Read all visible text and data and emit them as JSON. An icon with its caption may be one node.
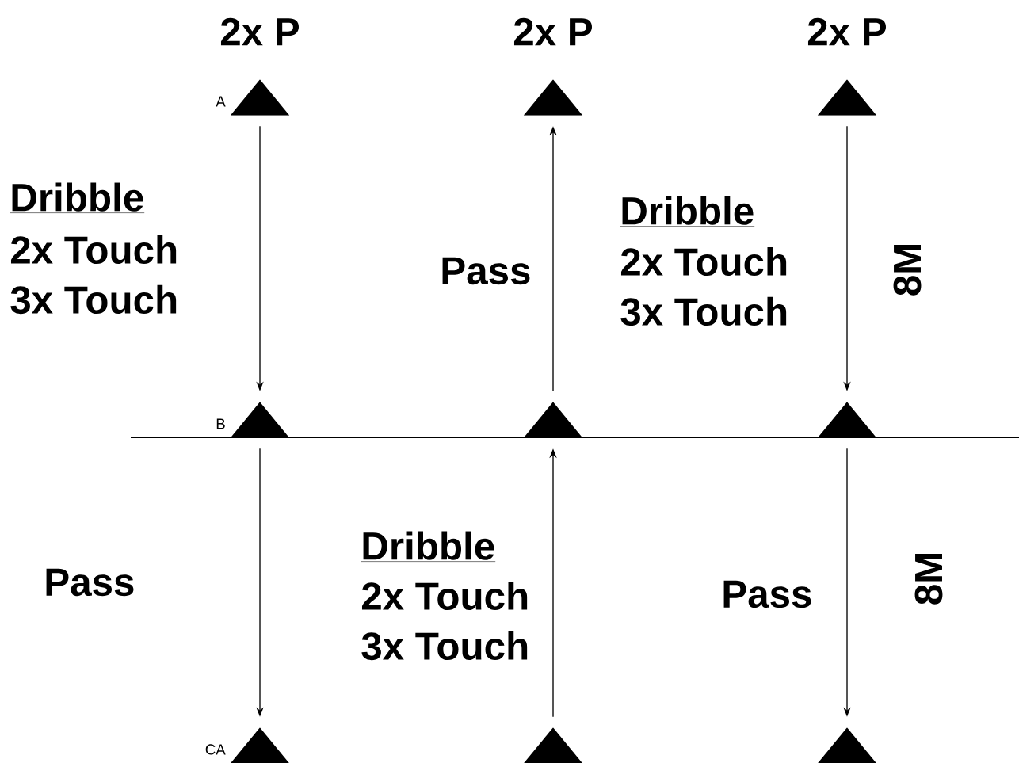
{
  "diagram": {
    "nodes": [
      {
        "text": [],
        "shape": "triangle",
        "beside": [
          "2x P",
          "A"
        ]
      },
      {
        "text": [],
        "shape": "triangle",
        "beside": [
          "2x P"
        ]
      },
      {
        "text": [],
        "shape": "triangle",
        "beside": [
          "2x P"
        ]
      },
      {
        "text": [],
        "shape": "triangle",
        "beside": [
          "B"
        ]
      },
      {
        "text": [],
        "shape": "triangle"
      },
      {
        "text": [],
        "shape": "triangle"
      },
      {
        "text": [],
        "shape": "triangle",
        "beside": [
          "CA"
        ]
      },
      {
        "text": [],
        "shape": "triangle"
      },
      {
        "text": [],
        "shape": "triangle"
      }
    ],
    "edges": [
      {
        "from": 0,
        "to": 3,
        "arrow": "to"
      },
      {
        "from": 4,
        "to": 1,
        "arrow": "to"
      },
      {
        "from": 2,
        "to": 5,
        "arrow": "to"
      },
      {
        "from": 3,
        "to": 6,
        "arrow": "to"
      },
      {
        "from": 7,
        "to": 4,
        "arrow": "to"
      },
      {
        "from": 5,
        "to": 8,
        "arrow": "to"
      }
    ],
    "labels": [
      "Dribble",
      "2x Touch",
      "3x Touch",
      "Pass",
      "Dribble",
      "2x Touch",
      "3x Touch",
      "8M",
      "Pass",
      "Dribble",
      "2x Touch",
      "3x Touch",
      "Pass",
      "8M"
    ]
  }
}
